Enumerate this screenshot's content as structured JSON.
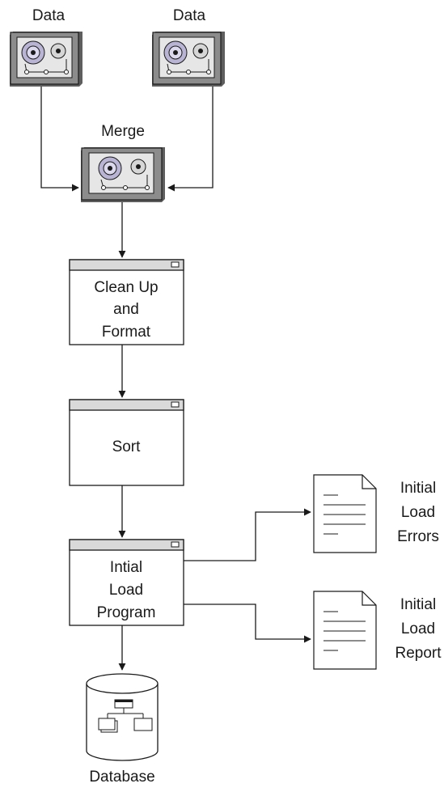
{
  "nodes": {
    "data_tape_1": {
      "label": "Data"
    },
    "data_tape_2": {
      "label": "Data"
    },
    "merge_tape": {
      "label": "Merge"
    },
    "cleanup_process": {
      "lines": [
        "Clean Up",
        "and",
        "Format"
      ]
    },
    "sort_process": {
      "lines": [
        "Sort"
      ]
    },
    "load_process": {
      "lines": [
        "Intial",
        "Load",
        "Program"
      ]
    },
    "errors_document": {
      "lines": [
        "Initial",
        "Load",
        "Errors"
      ]
    },
    "report_document": {
      "lines": [
        "Initial",
        "Load",
        "Report"
      ]
    },
    "database": {
      "label": "Database"
    }
  },
  "icons": {
    "tape": "tape-reel-icon",
    "process": "process-window-icon",
    "document": "document-icon",
    "database": "database-cylinder-icon",
    "org_chart": "org-chart-icon"
  },
  "colors": {
    "tape_body": "#8c8c8c",
    "tape_face": "#e6e6e6",
    "reel": "#b9b4d4",
    "titlebar": "#d9d9d9",
    "line": "#1a1a1a"
  }
}
